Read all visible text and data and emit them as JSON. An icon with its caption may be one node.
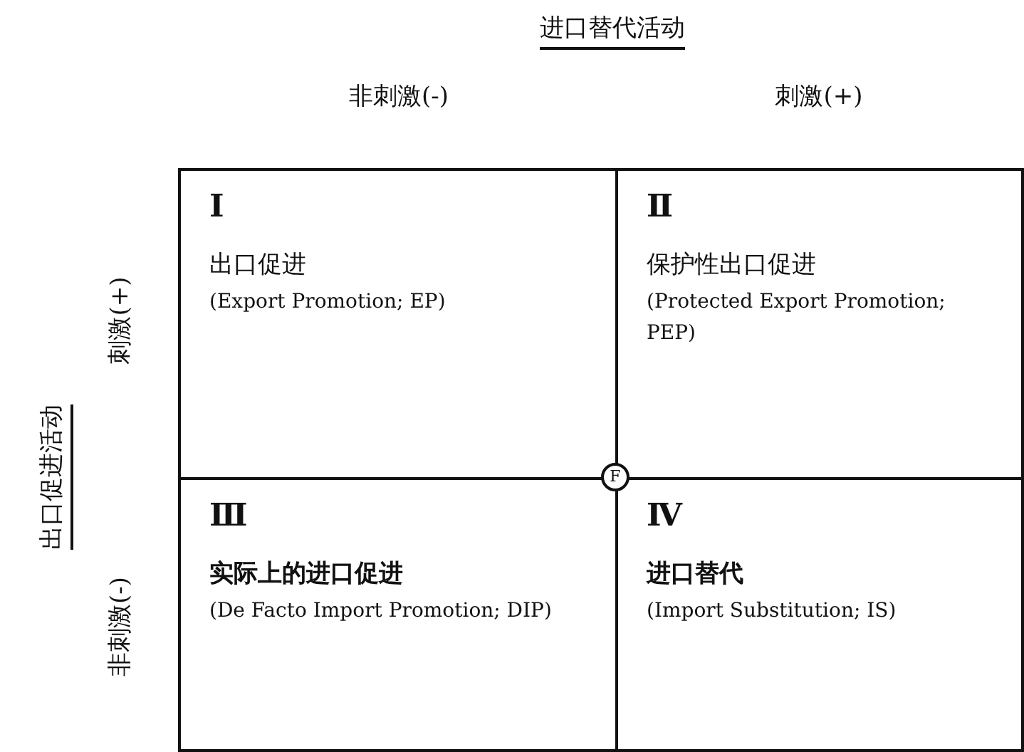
{
  "diagram": {
    "nodes": [
      {
        "text": [
          "Ⅰ",
          "出口促进",
          "(Export Promotion; EP)"
        ]
      },
      {
        "text": [
          "Ⅱ",
          "保护性出口促进",
          "(Protected Export Promotion; PEP)"
        ]
      },
      {
        "text": [
          "Ⅲ",
          "实际上的进口促进",
          "(De Facto Import Promotion; DIP)"
        ]
      },
      {
        "text": [
          "Ⅳ",
          "进口替代",
          "(Import Substitution; IS)"
        ]
      },
      {
        "text": [
          "F"
        ]
      }
    ],
    "labels": [
      "进口替代活动",
      "非刺激(-)",
      "刺激(+)",
      "出口促进活动",
      "刺激(+)",
      "非刺激(-)"
    ]
  }
}
